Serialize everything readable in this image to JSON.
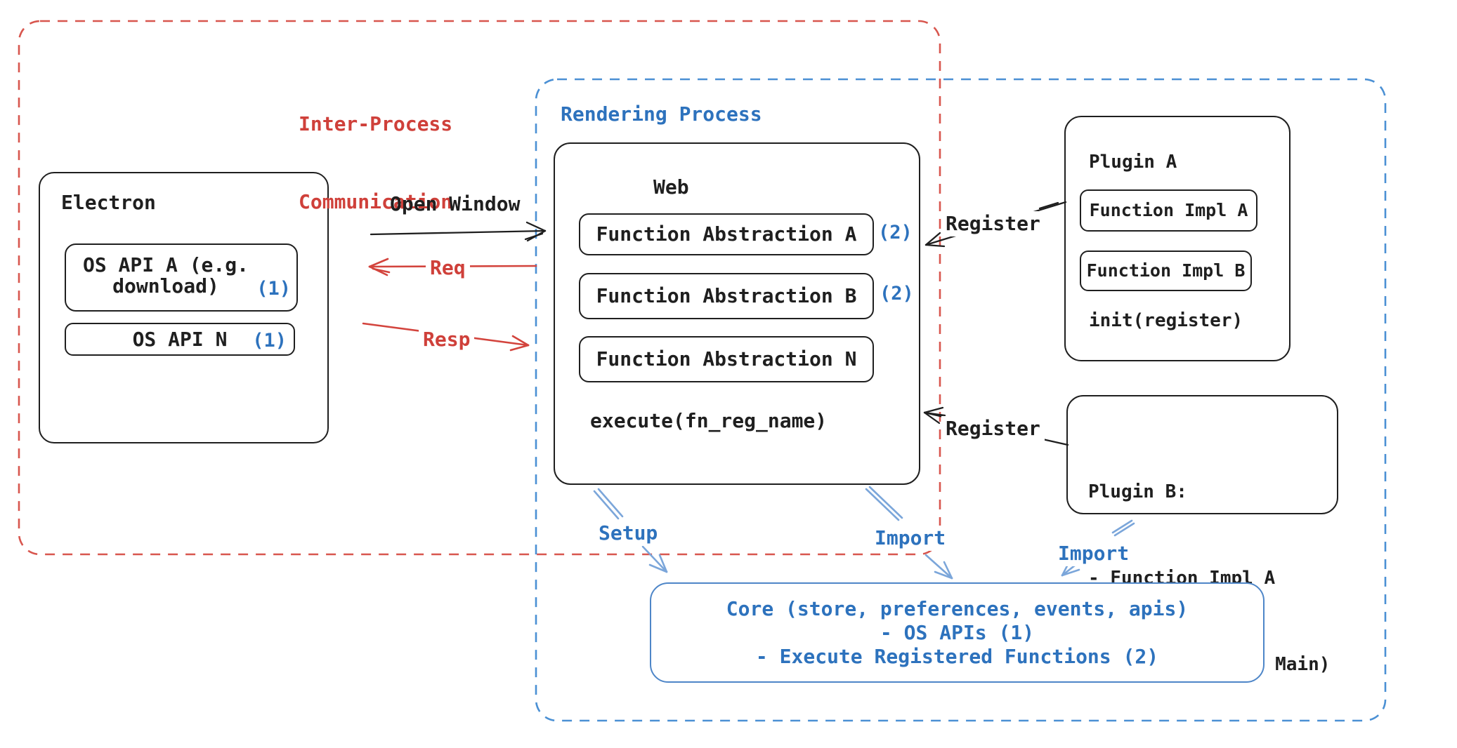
{
  "colors": {
    "ink": "#1f1f1f",
    "red": "#cf403a",
    "red-line": "#d3443d",
    "red-dash": "#d8564e",
    "blue": "#2d72bd",
    "blue-dash": "#4b90d4",
    "blue-arrow": "#7ba6da",
    "core-stroke": "#4e86c8"
  },
  "ipc": {
    "label_line1": "Inter-Process",
    "label_line2": "Communication"
  },
  "rendering": {
    "label": "Rendering Process"
  },
  "electron": {
    "title": "Electron",
    "os_api_a_line1": "OS API A (e.g.",
    "os_api_a_line2": "download)",
    "os_api_a_badge": "(1)",
    "os_api_n": "OS API N",
    "os_api_n_badge": "(1)"
  },
  "web": {
    "title": "Web",
    "fa_a": "Function Abstraction A",
    "fa_a_badge": "(2)",
    "fa_b": "Function Abstraction B",
    "fa_b_badge": "(2)",
    "fa_n": "Function Abstraction N",
    "execute": "execute(fn_reg_name)"
  },
  "plugin_a": {
    "title": "Plugin A",
    "impl_a": "Function Impl A",
    "impl_b": "Function Impl B",
    "init": "init(register)"
  },
  "plugin_b": {
    "line1": "Plugin B:",
    "line2": "- Function Impl A",
    "line3": "- Module (run on Main)"
  },
  "core": {
    "line1": "Core (store, preferences, events, apis)",
    "line2": "- OS APIs (1)",
    "line3": "- Execute Registered Functions (2)"
  },
  "arrows": {
    "open_window": "Open Window",
    "req": "Req",
    "resp": "Resp",
    "register_top": "Register",
    "register_bottom": "Register",
    "setup": "Setup",
    "import_mid": "Import",
    "import_right": "Import"
  }
}
